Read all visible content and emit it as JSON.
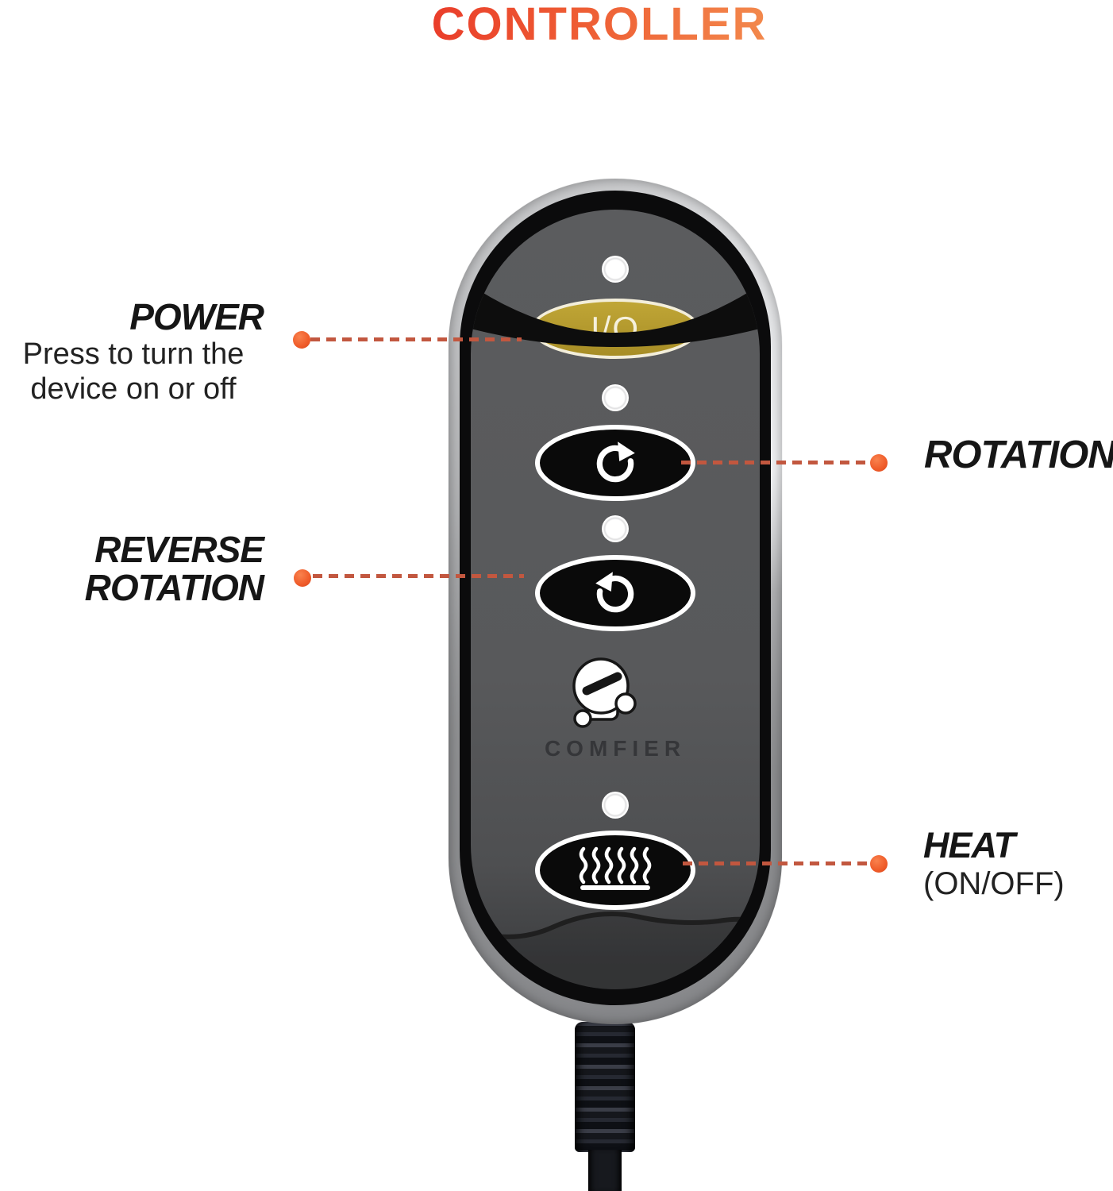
{
  "title": "CONTROLLER",
  "colors": {
    "title_gradient_start": "#e72b25",
    "title_gradient_end": "#f59e58",
    "callout_dash": "#c2573f",
    "callout_dot": "#ef5a28",
    "power_button_gold": "#b3992e",
    "power_button_border": "#f3eeda",
    "remote_face_gray": "#58595b",
    "remote_ring_black": "#0b0b0c",
    "button_black": "#0a0a0a",
    "button_border_white": "#ffffff"
  },
  "callouts": {
    "power": {
      "title": "POWER",
      "desc_line1": "Press to turn the",
      "desc_line2": "device on or off"
    },
    "rotation": {
      "title": "ROTATION"
    },
    "reverse_rotation": {
      "line1": "REVERSE",
      "line2": "ROTATION"
    },
    "heat": {
      "title": "HEAT",
      "subtitle": "(ON/OFF)"
    }
  },
  "remote": {
    "brand": "COMFIER",
    "power_button_label": "I/O",
    "led_count": 4,
    "buttons": [
      {
        "id": "power",
        "label": "I/O",
        "icon": "io-symbol"
      },
      {
        "id": "rotation",
        "icon": "rotate-cw-icon"
      },
      {
        "id": "reverse-rotation",
        "icon": "rotate-ccw-icon"
      },
      {
        "id": "heat",
        "icon": "heat-waves-icon"
      }
    ]
  }
}
